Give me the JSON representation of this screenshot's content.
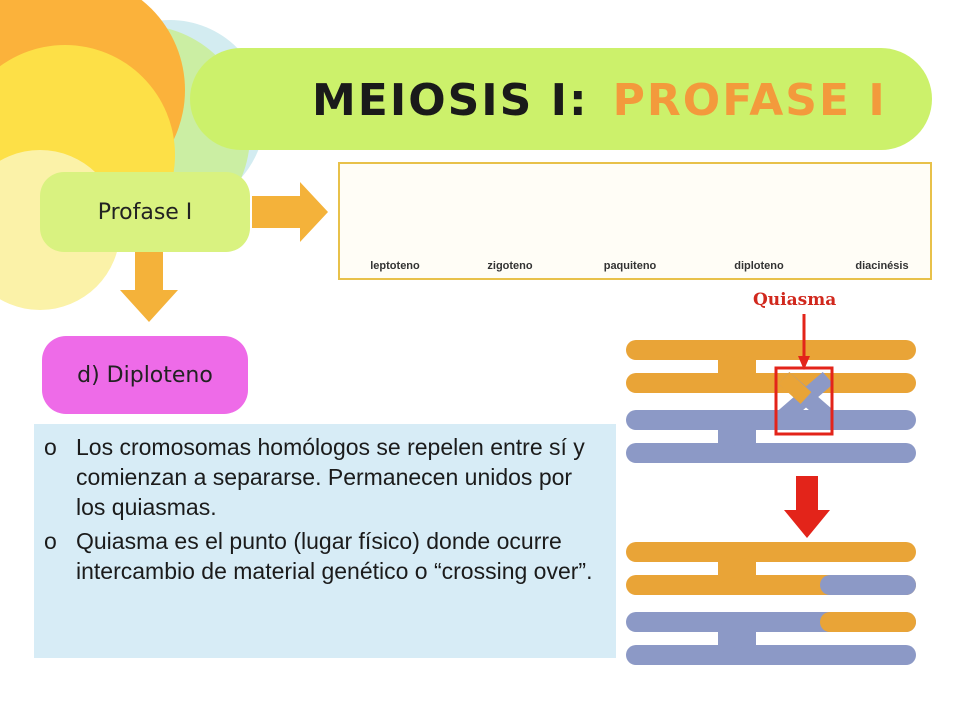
{
  "title": {
    "main": "MEIOSIS I:",
    "accent": "PROFASE I"
  },
  "profase_box": {
    "label": "Profase I"
  },
  "phase_box": {
    "label": "d) Diploteno"
  },
  "stages": [
    {
      "label": "leptoteno"
    },
    {
      "label": "zigoteno"
    },
    {
      "label": "paquiteno"
    },
    {
      "label": "diploteno"
    },
    {
      "label": "diacinésis"
    }
  ],
  "bullets": [
    {
      "marker": "o",
      "text": "Los cromosomas homólogos  se repelen entre sí y comienzan a separarse. Permanecen unidos por los quiasmas."
    },
    {
      "marker": "o",
      "text": "Quiasma es el punto (lugar físico) donde ocurre intercambio de material genético o “crossing over”."
    }
  ],
  "diagram": {
    "quiasma_label": "Quiasma"
  },
  "colors": {
    "orange_chromatid": "#e9a437",
    "blue_chromatid": "#8c99c6",
    "accent_red": "#e3241a",
    "arrow_orange": "#f4b23a"
  }
}
